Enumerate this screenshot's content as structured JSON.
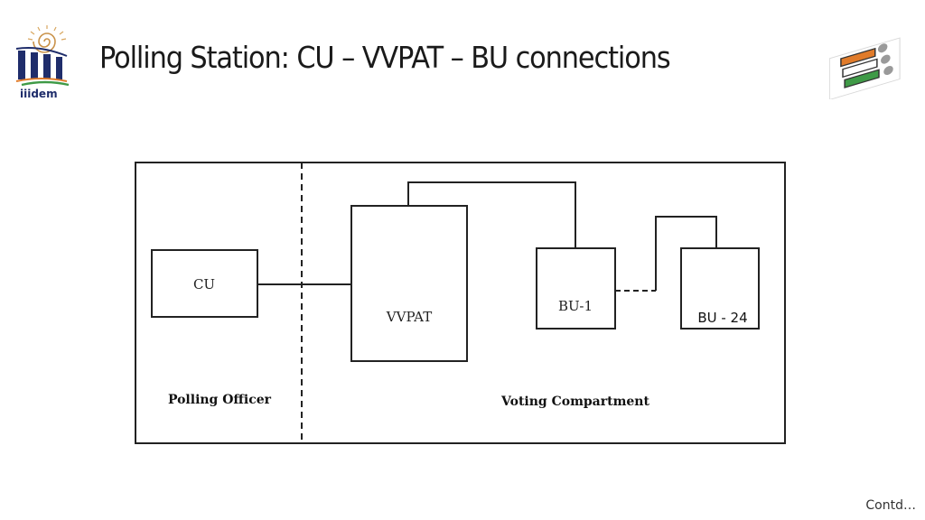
{
  "slide": {
    "title": "Polling Station: CU – VVPAT – BU connections",
    "footer_note": "Contd…",
    "logo_left": {
      "name": "iiidem-logo",
      "text": "iiidem"
    },
    "logo_right": {
      "name": "election-commission-evm-logo"
    }
  },
  "diagram": {
    "zones": [
      {
        "id": "polling-officer",
        "label": "Polling Officer"
      },
      {
        "id": "voting-compartment",
        "label": "Voting Compartment"
      }
    ],
    "units": [
      {
        "id": "cu",
        "label": "CU",
        "zone": "polling-officer"
      },
      {
        "id": "vvpat",
        "label": "VVPAT",
        "zone": "voting-compartment"
      },
      {
        "id": "bu-1",
        "label": "BU-1",
        "zone": "voting-compartment"
      },
      {
        "id": "bu-24",
        "label": "BU - 24",
        "zone": "voting-compartment"
      }
    ],
    "connections": [
      {
        "from": "cu",
        "to": "vvpat",
        "style": "solid"
      },
      {
        "from": "vvpat",
        "to": "bu-1",
        "style": "solid"
      },
      {
        "from": "bu-1",
        "to": "bu-24",
        "style": "dashed-then-solid"
      }
    ],
    "colors": {
      "line": "#222222",
      "logo_orange": "#e07b2a",
      "logo_green": "#3f9a47",
      "logo_navy": "#1f2d6b",
      "logo_gray": "#9a9a9a"
    }
  }
}
